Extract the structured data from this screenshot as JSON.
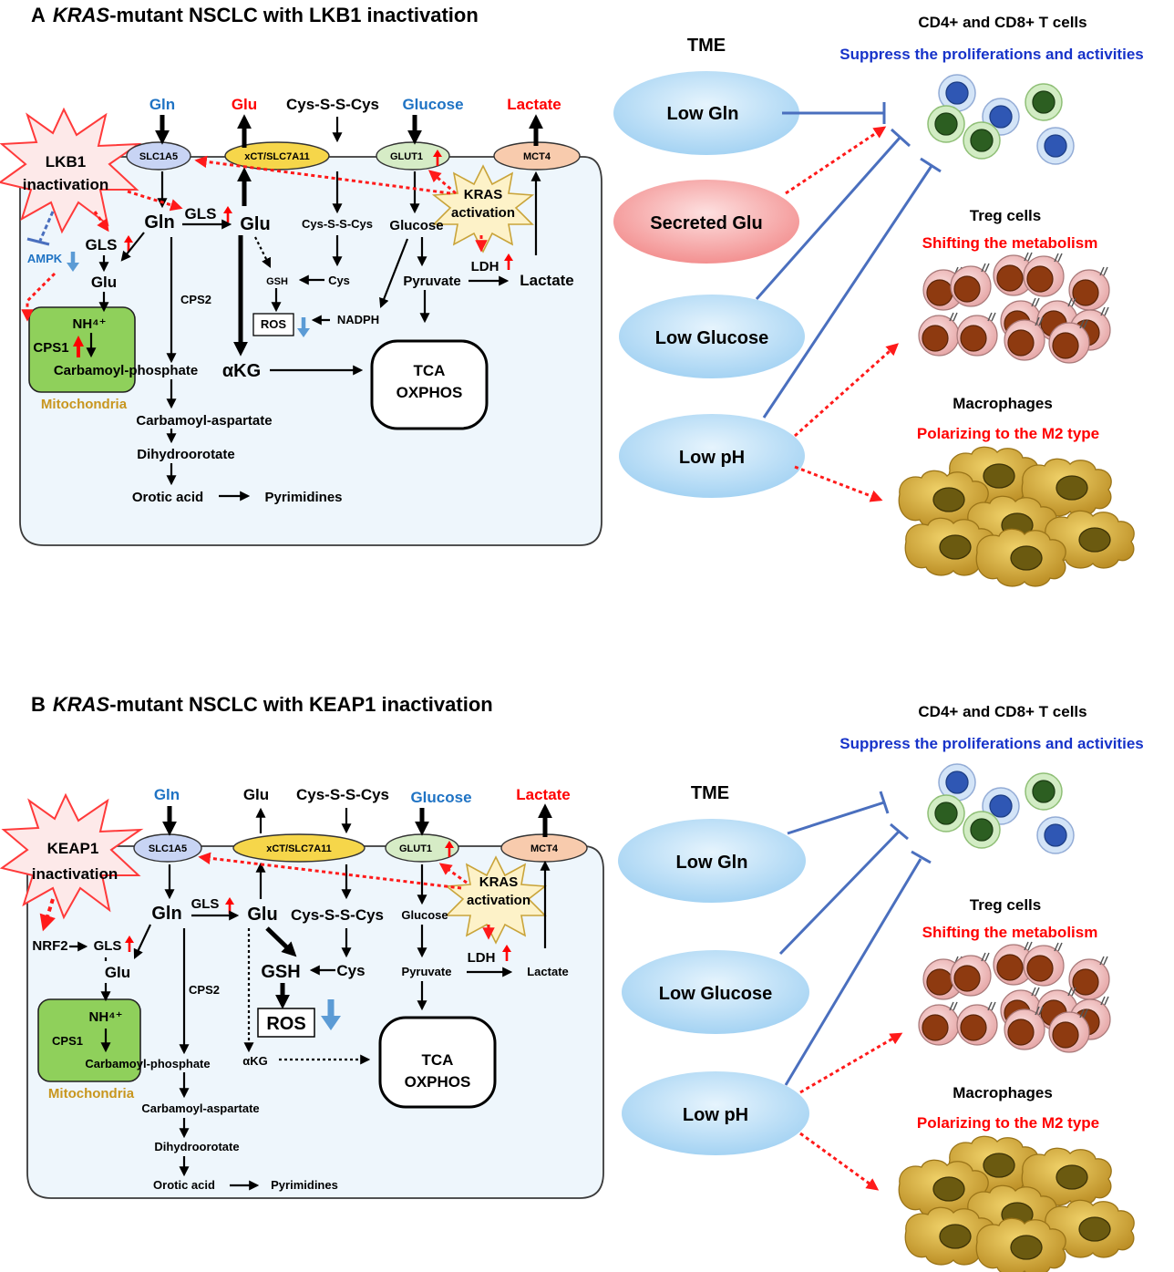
{
  "panelA": {
    "letter": "A",
    "title_italic": "KRAS",
    "title_rest": "-mutant NSCLC with LKB1 inactivation",
    "trigger": [
      "LKB1",
      "inactivation"
    ],
    "inputs": {
      "gln": "Gln",
      "glu_out": "Glu",
      "cys_pair": "Cys-S-S-Cys",
      "glucose": "Glucose",
      "lactate": "Lactate"
    },
    "transporters": {
      "slc1a5": "SLC1A5",
      "xct": "xCT/SLC7A11",
      "glut1": "GLUT1",
      "mct4": "MCT4"
    },
    "kras": [
      "KRAS",
      "activation"
    ],
    "nodes": {
      "gln": "Gln",
      "gls": "GLS",
      "glu_in": "Glu",
      "gls_left": "GLS",
      "ampk": "AMPK",
      "glu_left": "Glu",
      "nh4": "NH⁴⁺",
      "cps1": "CPS1",
      "carbamoyl_phosphate": "Carbamoyl-phosphate",
      "mitochondria": "Mitochondria",
      "cps2": "CPS2",
      "cys_pair_in": "Cys-S-S-Cys",
      "glucose_in": "Glucose",
      "ldh": "LDH",
      "lactate_in": "Lactate",
      "gsh": "GSH",
      "cys": "Cys",
      "pyruvate": "Pyruvate",
      "ros": "ROS",
      "nadph": "NADPH",
      "akg": "αKG",
      "tca": "TCA",
      "oxphos": "OXPHOS",
      "carbamoyl_aspartate": "Carbamoyl-aspartate",
      "dihydroorotate": "Dihydroorotate",
      "orotic_acid": "Orotic acid",
      "pyrimidines": "Pyrimidines"
    },
    "tme": {
      "heading": "TME",
      "low_gln": "Low Gln",
      "secreted_glu": "Secreted Glu",
      "low_glucose": "Low Glucose",
      "low_ph": "Low pH"
    },
    "cells": {
      "t_title": "CD4+ and CD8+ T cells",
      "t_effect": "Suppress the proliferations and activities",
      "treg_title": "Treg cells",
      "treg_effect": "Shifting the metabolism",
      "mac_title": "Macrophages",
      "mac_effect": "Polarizing to the M2 type"
    }
  },
  "panelB": {
    "letter": "B",
    "title_italic": "KRAS",
    "title_rest": "-mutant NSCLC with KEAP1 inactivation",
    "trigger": [
      "KEAP1",
      "inactivation"
    ],
    "inputs": {
      "gln": "Gln",
      "glu_out": "Glu",
      "cys_pair": "Cys-S-S-Cys",
      "glucose": "Glucose",
      "lactate": "Lactate"
    },
    "transporters": {
      "slc1a5": "SLC1A5",
      "xct": "xCT/SLC7A11",
      "glut1": "GLUT1",
      "mct4": "MCT4"
    },
    "kras": [
      "KRAS",
      "activation"
    ],
    "nodes": {
      "gln": "Gln",
      "gls": "GLS",
      "glu_in": "Glu",
      "nrf2": "NRF2",
      "gls_left": "GLS",
      "glu_left": "Glu",
      "nh4": "NH⁴⁺",
      "cps1": "CPS1",
      "carbamoyl_phosphate": "Carbamoyl-phosphate",
      "mitochondria": "Mitochondria",
      "cps2": "CPS2",
      "cys_pair_in": "Cys-S-S-Cys",
      "glucose_in": "Glucose",
      "ldh": "LDH",
      "lactate_in": "Lactate",
      "gsh": "GSH",
      "cys": "Cys",
      "pyruvate": "Pyruvate",
      "ros": "ROS",
      "akg": "αKG",
      "tca": "TCA",
      "oxphos": "OXPHOS",
      "carbamoyl_aspartate": "Carbamoyl-aspartate",
      "dihydroorotate": "Dihydroorotate",
      "orotic_acid": "Orotic acid",
      "pyrimidines": "Pyrimidines"
    },
    "tme": {
      "heading": "TME",
      "low_gln": "Low Gln",
      "low_glucose": "Low Glucose",
      "low_ph": "Low pH"
    },
    "cells": {
      "t_title": "CD4+ and CD8+ T cells",
      "t_effect": "Suppress the proliferations and activities",
      "treg_title": "Treg cells",
      "treg_effect": "Shifting the metabolism",
      "mac_title": "Macrophages",
      "mac_effect": "Polarizing to the M2 type"
    }
  },
  "colors": {
    "cell_fill": "#eef6fc",
    "tme_blue": "#bfe0f6",
    "tme_red": "#f59a9a",
    "mito": "#8fd05b",
    "input_blue": "#1f73c4",
    "up_red": "#ff0000",
    "effect_blue": "#1733c9",
    "inhibit_line": "#4a6fbe"
  }
}
